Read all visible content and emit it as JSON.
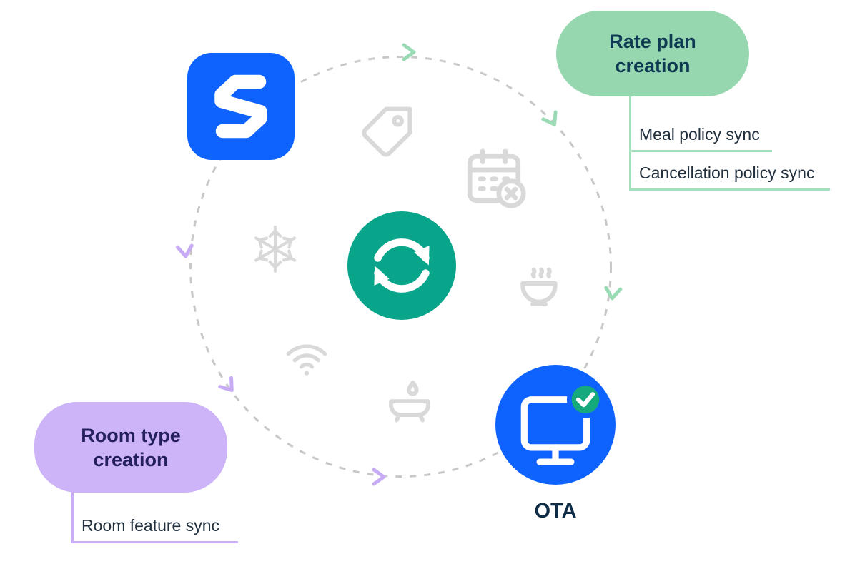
{
  "bubbles": {
    "rate_plan": {
      "label": "Rate plan creation"
    },
    "room_type": {
      "label": "Room type creation"
    }
  },
  "sync_labels": {
    "meal": "Meal policy sync",
    "cancellation": "Cancellation policy sync",
    "room_feature": "Room feature sync"
  },
  "ota": {
    "label": "OTA"
  },
  "icons": {
    "app": "app-logo-icon",
    "center": "sync-icon",
    "ota": "monitor-icon",
    "badge": "check-badge-icon",
    "flow": "chevron-arrow-icon",
    "faded": [
      "tag-icon",
      "calendar-cancel-icon",
      "snowflake-icon",
      "meal-icon",
      "wifi-icon",
      "bath-icon"
    ]
  },
  "colors": {
    "blue": "#0E63FF",
    "teal": "#09A58A",
    "green_bubble": "#97D7B0",
    "green_line": "#A5DFBE",
    "green_chevron": "#9ADBB5",
    "green_badge": "#16A97E",
    "purple_bubble": "#CDB3F8",
    "purple_line": "#CBAFF6",
    "purple_chevron": "#C7ABF4",
    "orbit_gray": "#C8C8C8",
    "faded_icon_gray": "#D9D9D9",
    "label_text": "#22303E",
    "rate_plan_text": "#0E3A53",
    "room_type_text": "#241F5E",
    "ota_text": "#0F2C47"
  }
}
